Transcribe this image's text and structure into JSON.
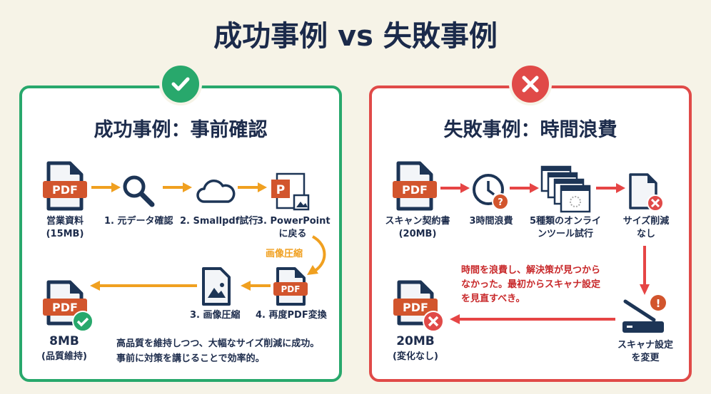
{
  "title": "成功事例 vs 失敗事例",
  "colors": {
    "success": "#28a86c",
    "failure": "#e04a48",
    "arrow_ok": "#f0a020",
    "arrow_ng": "#e64545",
    "pdf": "#d2552d",
    "navy": "#1d3556"
  },
  "success": {
    "heading": "成功事例：事前確認",
    "steps": [
      {
        "label": "営業資料",
        "sub": "(15MB)",
        "icon": "pdf-file-icon"
      },
      {
        "label": "1. 元データ確認",
        "icon": "magnifier-icon"
      },
      {
        "label": "2. Smallpdf試行",
        "icon": "cloud-icon"
      },
      {
        "label": "3. PowerPoint",
        "sub": "に戻る",
        "icon": "powerpoint-icon"
      },
      {
        "label": "4. 再度PDF変換",
        "icon": "pdf-file-icon"
      },
      {
        "label": "3. 画像圧縮",
        "icon": "image-file-icon"
      }
    ],
    "curve_label": "画像圧縮",
    "result": {
      "size": "8MB",
      "note": "(品質維持)"
    },
    "pdf_text": "PDF",
    "description": [
      "高品質を維持しつつ、大幅なサイズ削減に成功。",
      "事前に対策を講じることで効率的。"
    ]
  },
  "failure": {
    "heading": "失敗事例：時間浪費",
    "steps": [
      {
        "label": "スキャン契約書",
        "sub": "(20MB)",
        "icon": "pdf-file-icon"
      },
      {
        "label": "3時間浪費",
        "icon": "clock-question-icon"
      },
      {
        "label": "5種類のオンライ",
        "sub": "ンツール試行",
        "icon": "browser-windows-icon"
      },
      {
        "label": "サイズ削減",
        "sub": "なし",
        "icon": "file-error-icon"
      },
      {
        "label": "スキャナ設定",
        "sub": "を変更",
        "icon": "scanner-icon"
      }
    ],
    "result": {
      "size": "20MB",
      "note": "(変化なし)"
    },
    "pdf_text": "PDF",
    "description": [
      "時間を浪費し、解決策が見つから",
      "なかった。最初からスキャナ設定",
      "を見直すべき。"
    ]
  }
}
